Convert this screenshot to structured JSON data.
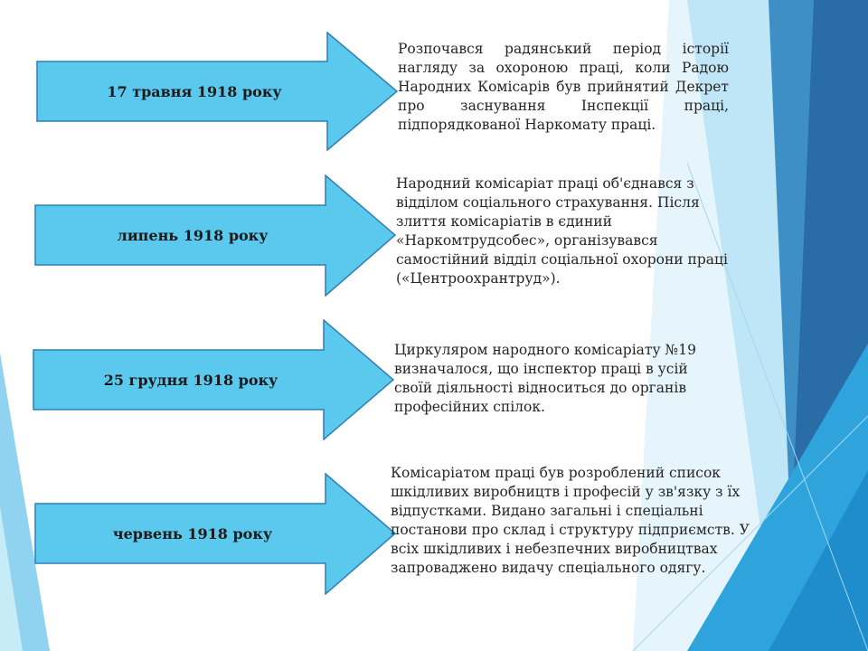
{
  "slide": {
    "items": [
      {
        "date": "17 травня 1918 року",
        "text": "Розпочався радянський період історії нагляду за охороною праці, коли Радою Народних Комісарів був прийнятий Декрет про заснування Інспекції праці, підпорядкованої Наркомату праці."
      },
      {
        "date": "липень 1918 року",
        "text": "Народний комісаріат праці об'єднався з відділом соціального страхування. Після злиття комісаріатів в єдиний «Наркомтрудсобес», організувався самостійний відділ соціальної охорони праці («Центроохрантруд»)."
      },
      {
        "date": "25 грудня 1918 року",
        "text": "Циркуляром народного комісаріату №19 визначалося, що інспектор праці в усій своїй діяльності відноситься до органів професійних спілок."
      },
      {
        "date": "червень 1918 року",
        "text": "Комісаріатом праці був розроблений список шкідливих виробництв і професій у зв'язку з їх відпустками. Видано загальні і спеціальні постанови про склад і структуру підприємств. У всіх шкідливих і небезпечних виробництвах запроваджено видачу спеціального одягу."
      }
    ]
  },
  "colors": {
    "arrow_fill": "#5bc8ed",
    "arrow_stroke": "#2e7fb5",
    "accent_dark": "#1e5f95",
    "accent_light": "#a8ddf2"
  }
}
